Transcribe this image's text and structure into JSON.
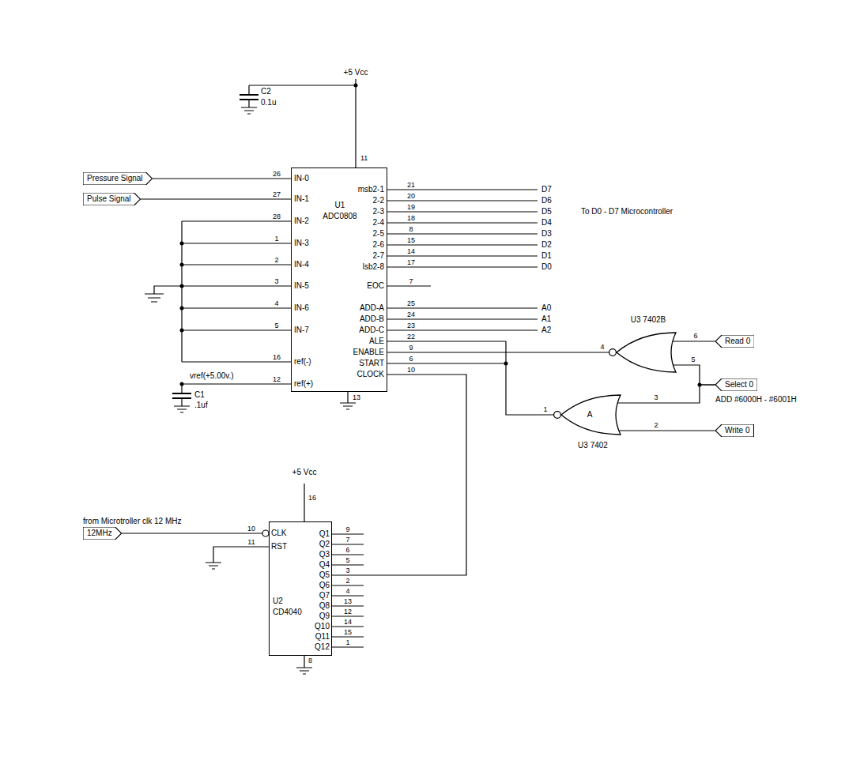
{
  "diagram": {
    "nodes": [
      {
        "text": [
          "Pressure Signal"
        ]
      },
      {
        "text": [
          "Pulse Signal"
        ]
      },
      {
        "text": [
          "U1",
          "ADC0808"
        ]
      },
      {
        "text": [
          "U2",
          "CD4040"
        ]
      },
      {
        "text": [
          "12MHz"
        ]
      },
      {
        "text": [
          "U3 7402B"
        ]
      },
      {
        "text": [
          "A",
          "U3 7402"
        ]
      },
      {
        "text": [
          "Read 0"
        ]
      },
      {
        "text": [
          "Select 0"
        ]
      },
      {
        "text": [
          "Write 0"
        ]
      }
    ],
    "edges": [
      {
        "from": 0,
        "to": 2,
        "arrow": "none"
      },
      {
        "from": 1,
        "to": 2,
        "arrow": "none"
      },
      {
        "from": 4,
        "to": 3,
        "arrow": "none"
      },
      {
        "from": 3,
        "to": 2,
        "arrow": "none"
      },
      {
        "from": 5,
        "to": 2,
        "arrow": "none"
      },
      {
        "from": 6,
        "to": 2,
        "arrow": "none"
      },
      {
        "from": 7,
        "to": 5,
        "arrow": "none"
      },
      {
        "from": 8,
        "to": 5,
        "arrow": "none"
      },
      {
        "from": 8,
        "to": 6,
        "arrow": "none"
      },
      {
        "from": 9,
        "to": 6,
        "arrow": "none"
      }
    ],
    "labels": [
      "+5 Vcc",
      "C2",
      "0.1u",
      "11",
      "26",
      "27",
      "28",
      "1",
      "2",
      "3",
      "4",
      "5",
      "16",
      "12",
      "IN-0",
      "IN-1",
      "IN-2",
      "IN-3",
      "IN-4",
      "IN-5",
      "IN-6",
      "IN-7",
      "ref(-)",
      "ref(+)",
      "vref(+5.00v.)",
      "C1",
      ".1uf",
      "13",
      "msb2-1",
      "2-2",
      "2-3",
      "2-4",
      "2-5",
      "2-6",
      "2-7",
      "lsb2-8",
      "EOC",
      "ADD-A",
      "ADD-B",
      "ADD-C",
      "ALE",
      "ENABLE",
      "START",
      "CLOCK",
      "21",
      "20",
      "19",
      "18",
      "8",
      "15",
      "14",
      "17",
      "7",
      "25",
      "24",
      "23",
      "22",
      "9",
      "6",
      "10",
      "D7",
      "D6",
      "D5",
      "D4",
      "D3",
      "D2",
      "D1",
      "D0",
      "A0",
      "A1",
      "A2",
      "To D0 - D7 Microcontroller",
      "4",
      "6",
      "5",
      "1",
      "3",
      "2",
      "ADD #6000H - #6001H",
      "+5 Vcc",
      "16",
      "from Microtroller clk 12 MHz",
      "10",
      "CLK",
      "11",
      "RST",
      "Q1",
      "Q2",
      "Q3",
      "Q4",
      "Q5",
      "Q6",
      "Q7",
      "Q8",
      "Q9",
      "Q10",
      "Q11",
      "Q12",
      "9",
      "7",
      "6",
      "5",
      "3",
      "2",
      "4",
      "13",
      "12",
      "14",
      "15",
      "1",
      "8"
    ]
  }
}
